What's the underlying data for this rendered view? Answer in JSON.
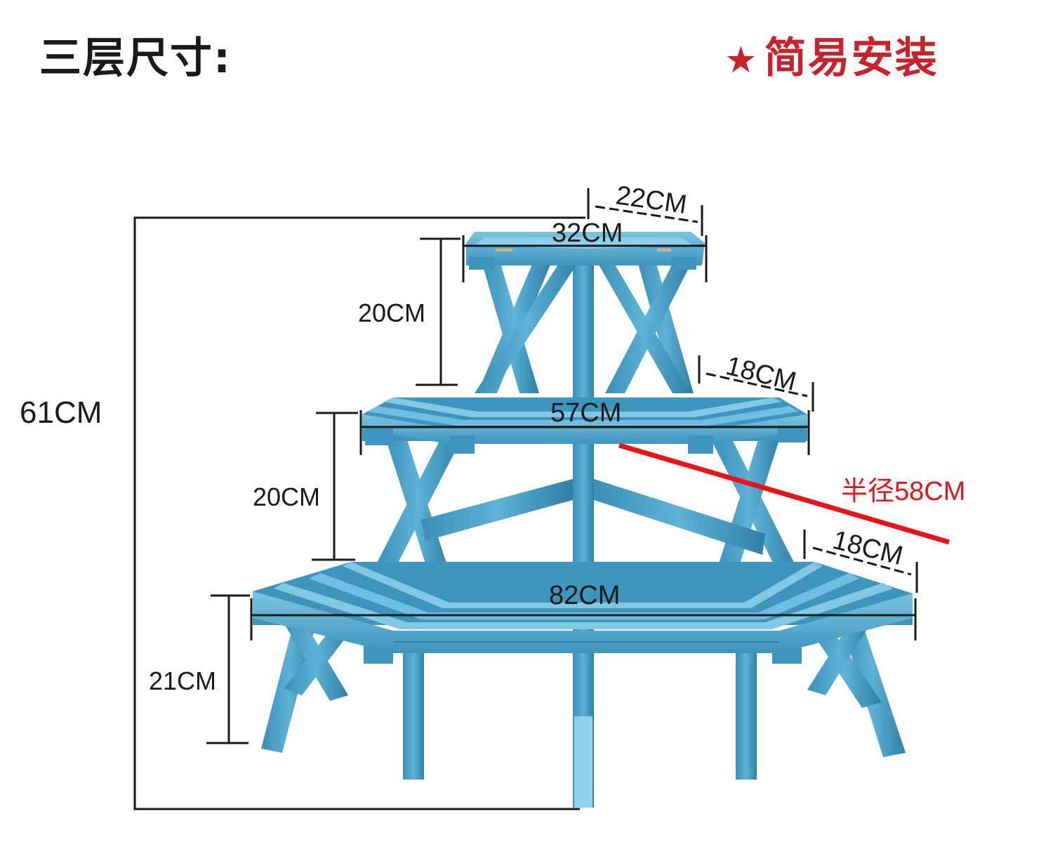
{
  "header": {
    "title": "三层尺寸:",
    "badge_star": "★",
    "badge_text": "简易安装"
  },
  "dimensions": {
    "total_height": "61CM",
    "tier1_gap": "20CM",
    "tier2_gap": "20CM",
    "bottom_height": "21CM",
    "top_width": "32CM",
    "top_depth": "22CM",
    "middle_width": "57CM",
    "middle_depth": "18CM",
    "bottom_width": "82CM",
    "bottom_depth": "18CM",
    "radius": "半径58CM"
  },
  "colors": {
    "wood": "#4aa3c8",
    "wood_dark": "#2f7fa6",
    "wood_light": "#7cc4e0",
    "dim_line": "#1a1a1a",
    "radius_line": "#e8141b",
    "radius_text": "#e8141b",
    "badge": "#c8232c"
  }
}
